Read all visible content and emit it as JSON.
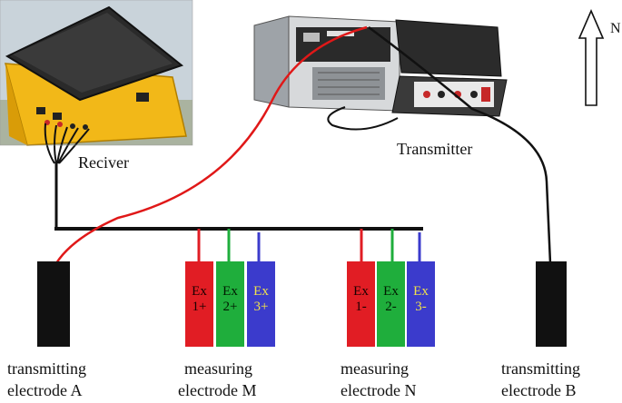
{
  "labels": {
    "receiver": "Reciver",
    "transmitter": "Transmitter",
    "north": "N",
    "transmitting_a": [
      "transmitting",
      "electrode A"
    ],
    "measuring_m": [
      "measuring",
      "electrode M"
    ],
    "measuring_n": [
      "measuring",
      "electrode N"
    ],
    "transmitting_b": [
      "transmitting",
      "electrode B"
    ]
  },
  "electrode_groups": {
    "m": [
      {
        "line1": "Ex",
        "line2": "1+",
        "color": "#e11d24",
        "text_color": "#1a0000"
      },
      {
        "line1": "Ex",
        "line2": "2+",
        "color": "#1fae3c",
        "text_color": "#001a00"
      },
      {
        "line1": "Ex",
        "line2": "3+",
        "color": "#3b3bcc",
        "text_color": "#f2e24a"
      }
    ],
    "n": [
      {
        "line1": "Ex",
        "line2": "1-",
        "color": "#e11d24",
        "text_color": "#1a0000"
      },
      {
        "line1": "Ex",
        "line2": "2-",
        "color": "#1fae3c",
        "text_color": "#001a00"
      },
      {
        "line1": "Ex",
        "line2": "3-",
        "color": "#3b3bcc",
        "text_color": "#f2e24a"
      }
    ]
  },
  "colors": {
    "cable_black": "#111111",
    "cable_red": "#e01818",
    "receiver_case": "#f2b818",
    "receiver_lid": "#2a2a2a"
  }
}
